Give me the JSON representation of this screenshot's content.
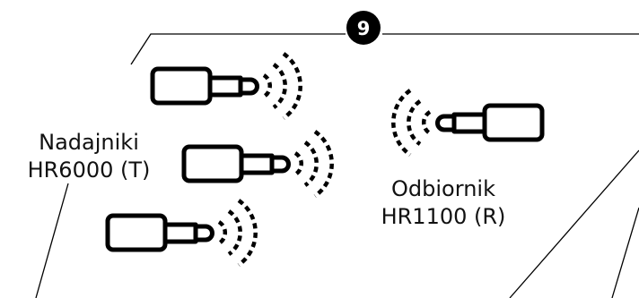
{
  "step": {
    "number": "9"
  },
  "transmitters": {
    "label_line1": "Nadajniki",
    "label_line2": "HR6000 (T)"
  },
  "receiver": {
    "label_line1": "Odbiornik",
    "label_line2": "HR1100 (R)"
  },
  "colors": {
    "ink": "#000000",
    "badge": "#000000",
    "background": "#ffffff"
  }
}
